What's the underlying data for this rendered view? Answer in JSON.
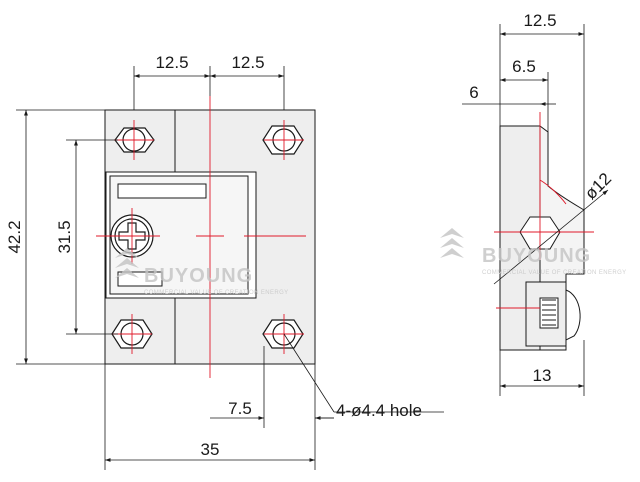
{
  "dimensions": {
    "width_total": "35",
    "height_total": "42.2",
    "hole_vertical_spacing": "31.5",
    "hole_spacing_left": "12.5",
    "hole_spacing_right": "12.5",
    "edge_offset": "7.5",
    "side_width_top": "12.5",
    "side_offset_a": "6.5",
    "side_offset_b": "6",
    "side_width_bottom": "13",
    "circle_diameter": "ø12"
  },
  "callouts": {
    "hole_note": "4-ø4.4 hole"
  },
  "watermark": {
    "brand": "BUYOUNG",
    "tagline": "COMMERCIAL VALUE OF CREATION ENERGY"
  },
  "colors": {
    "line": "#1a1a1a",
    "centerline": "#e0192a",
    "part_fill": "#eeeeee",
    "watermark": "#c4c4c4"
  }
}
